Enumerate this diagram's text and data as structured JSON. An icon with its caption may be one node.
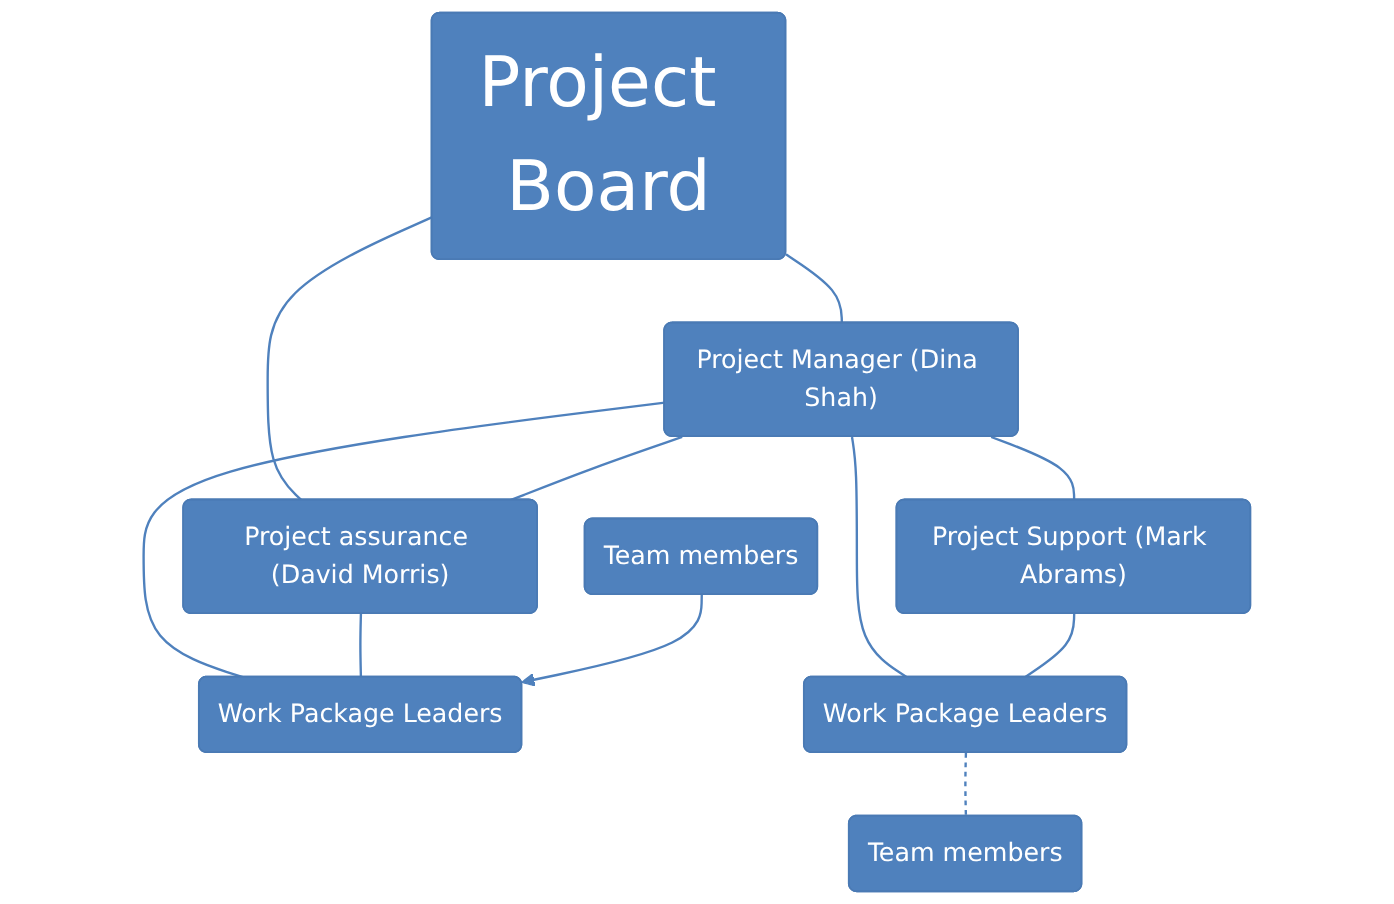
{
  "diagram": {
    "nodes": [
      {
        "text": [
          "Project Board"
        ]
      },
      {
        "text": [
          "Project assurance (David Morris)"
        ]
      },
      {
        "text": [
          "Project Manager (Dina Shah)"
        ]
      },
      {
        "text": [
          "Project Support (Mark Abrams)"
        ]
      },
      {
        "text": [
          "Work Package Leaders"
        ]
      },
      {
        "text": [
          "Work Package Leaders"
        ]
      },
      {
        "text": [
          "Team members"
        ]
      },
      {
        "text": [
          "Team members"
        ]
      }
    ],
    "edges": [
      {
        "from": 0,
        "to": 1,
        "arrow": "none"
      },
      {
        "from": 0,
        "to": 2,
        "arrow": "none"
      },
      {
        "from": 2,
        "to": 1,
        "arrow": "none"
      },
      {
        "from": 2,
        "to": 3,
        "arrow": "none"
      },
      {
        "from": 2,
        "to": 4,
        "arrow": "none"
      },
      {
        "from": 2,
        "to": 5,
        "arrow": "none"
      },
      {
        "from": 1,
        "to": 4,
        "arrow": "none"
      },
      {
        "from": 3,
        "to": 5,
        "arrow": "none"
      },
      {
        "from": 6,
        "to": 4,
        "arrow": "to"
      },
      {
        "from": 5,
        "to": 7,
        "arrow": "none",
        "style": "dashed"
      }
    ]
  }
}
